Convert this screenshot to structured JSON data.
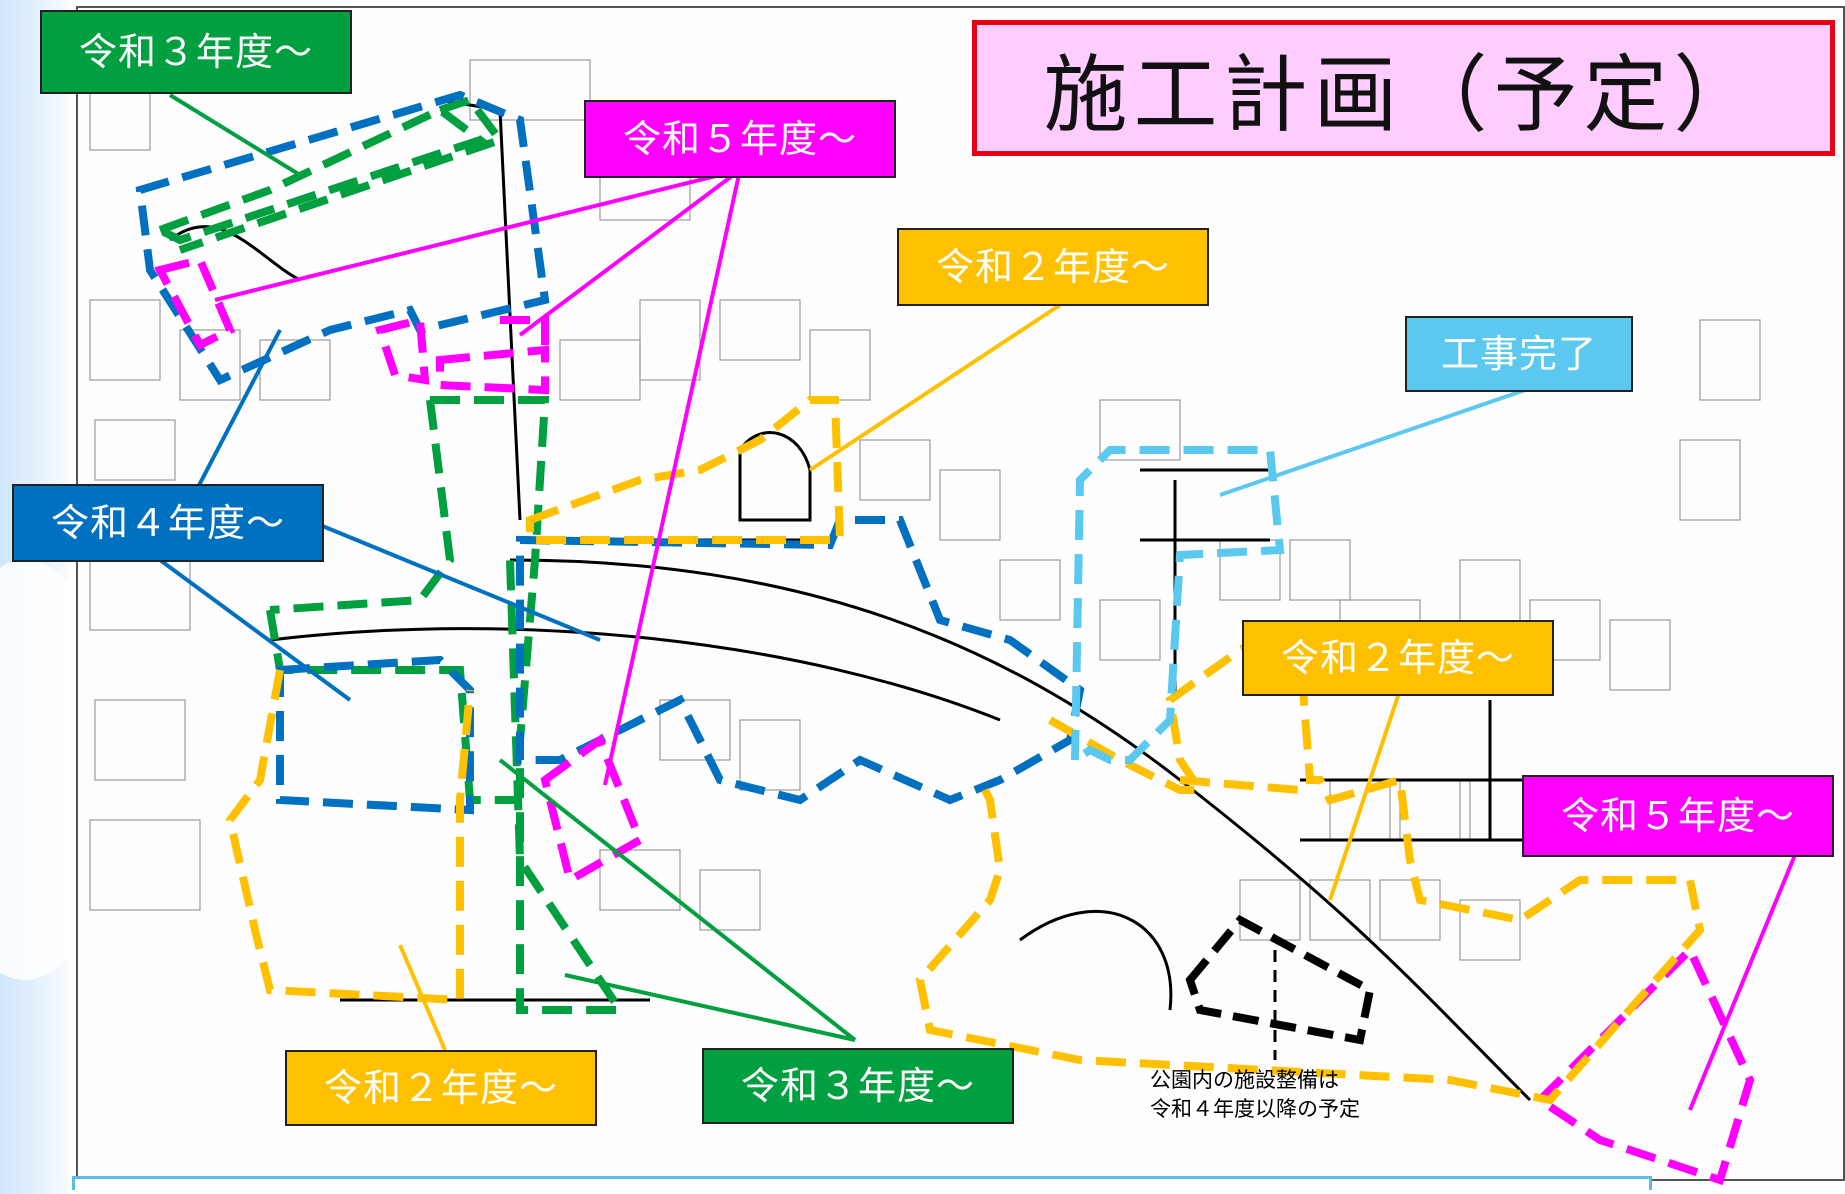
{
  "title": "施工計画（予定）",
  "labels": [
    {
      "id": "r3-top-left",
      "text": "令和３年度～",
      "color": "#00a040"
    },
    {
      "id": "r5-top",
      "text": "令和５年度～",
      "color": "#ff00ff"
    },
    {
      "id": "r2-top",
      "text": "令和２年度～",
      "color": "#ffc000"
    },
    {
      "id": "completed",
      "text": "工事完了",
      "color": "#5bc8f0"
    },
    {
      "id": "r4-left",
      "text": "令和４年度～",
      "color": "#0070c0"
    },
    {
      "id": "r2-right",
      "text": "令和２年度～",
      "color": "#ffc000"
    },
    {
      "id": "r5-right",
      "text": "令和５年度～",
      "color": "#ff00ff"
    },
    {
      "id": "r2-bottom",
      "text": "令和２年度～",
      "color": "#ffc000"
    },
    {
      "id": "r3-bottom",
      "text": "令和３年度～",
      "color": "#00a040"
    }
  ],
  "note": {
    "line1": "公園内の施設整備は",
    "line2": "令和４年度以降の予定"
  },
  "colors": {
    "r2": "#ffc000",
    "r3": "#00a040",
    "r4": "#0070c0",
    "r5": "#ff00ff",
    "completed": "#5bc8f0",
    "park": "#000000",
    "title_border": "#e60012",
    "title_bg": "#ffccff"
  }
}
